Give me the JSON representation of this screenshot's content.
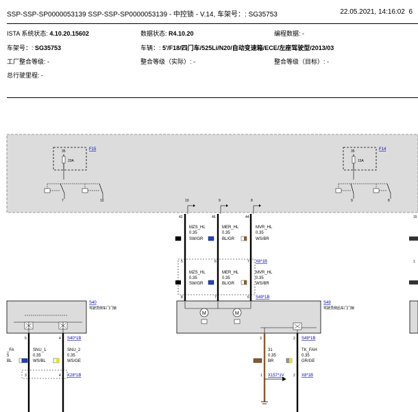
{
  "header": {
    "title": "SSP-SSP-SP0000053139 SSP-SSP-SP0000053139 - 中控锁 - V.14, 车架号：: SG35753",
    "datetime": "22.05.2021, 14:16:02",
    "page": "6"
  },
  "meta": {
    "ista_label": "ISTA 系统状态:",
    "ista_value": "4.10.20.15602",
    "data_label": "数据状态:",
    "data_value": "R4.10.20",
    "prog_label": "编程数据: -",
    "vin_label": "车架号：:",
    "vin_value": "SG35753",
    "vehicle_label": "车辆：:",
    "vehicle_value": "5'/F18/四门车/525Li/N20/自动变速箱/ECE/左座驾驶型/2013/03",
    "factory_label": "工厂整合等级: -",
    "int_actual_label": "整合等级（实际）: -",
    "int_target_label": "整合等级（目标）: -",
    "mileage_label": "总行驶里程: -"
  },
  "diagram": {
    "fuse_left": {
      "id": "F15",
      "pin": "35",
      "rating": "20A"
    },
    "fuse_right": {
      "id": "F14",
      "pin": "35",
      "rating": "15A"
    },
    "relay_pins_left": [
      "7",
      "10"
    ],
    "relay_pins_right": [
      "9",
      "8"
    ],
    "bus_pins": [
      "10",
      "9",
      "8"
    ],
    "connector_pins_top": [
      "42",
      "46",
      "44"
    ],
    "connector_pin_far_right": "15",
    "wires_top": [
      {
        "name": "MZS_HL",
        "gauge": "0.35",
        "color": "SW/GR"
      },
      {
        "name": "MER_HL",
        "gauge": "0.35",
        "color": "BL/GR"
      },
      {
        "name": "MVR_HL",
        "gauge": "0.35",
        "color": "WS/BR"
      }
    ],
    "mid_pins": [
      "5",
      "6",
      "7"
    ],
    "mid_connector": "X8*1B",
    "wires_mid": [
      {
        "name": "MZS_HL",
        "gauge": "0.35",
        "color": "SW/GR"
      },
      {
        "name": "MER_HL",
        "gauge": "0.35",
        "color": "BL/GR"
      },
      {
        "name": "MVR_HL",
        "gauge": "0.35",
        "color": "WS/BR"
      }
    ],
    "low_pins": [
      "8",
      "7",
      "6"
    ],
    "low_connector": "S49*1B",
    "module_left": {
      "id": "S40",
      "desc": "驾驶员侧车门门锁",
      "pins": [
        "5",
        "4"
      ],
      "connector": "S40*1B"
    },
    "module_mid": {
      "id": "S49",
      "desc": "驾驶员侧后车门门锁",
      "pins": [
        "3",
        "2"
      ],
      "connector": "S49*1B"
    },
    "wires_left": [
      {
        "name": "_FA",
        "gauge": "5",
        "color": "BL"
      },
      {
        "name": "SNU_1",
        "gauge": "0.35",
        "color": "WS/BL"
      },
      {
        "name": "SNU_2",
        "gauge": "0.35",
        "color": "WS/GE"
      }
    ],
    "wires_bottom_mid": [
      {
        "name": "31",
        "gauge": "0.35",
        "color": "BR"
      },
      {
        "name": "TK_FAH",
        "gauge": "0.35",
        "color": "GR/GE"
      }
    ],
    "bottom_left_pins": [
      "3",
      "4"
    ],
    "bottom_left_connector": "X28*1B",
    "bottom_mid_pins": [
      "1",
      "2"
    ],
    "bottom_mid_connector_a": "X157*1V",
    "bottom_mid_connector_b": "X8*1B",
    "colors": {
      "panel": "#dcdcdc",
      "link": "#0000cc",
      "sw": "#000000",
      "bl": "#1f3fe0",
      "ws": "#ffffff",
      "br": "#8b5a2b",
      "gr": "#9a9a9a",
      "ge": "#e8e800"
    }
  }
}
